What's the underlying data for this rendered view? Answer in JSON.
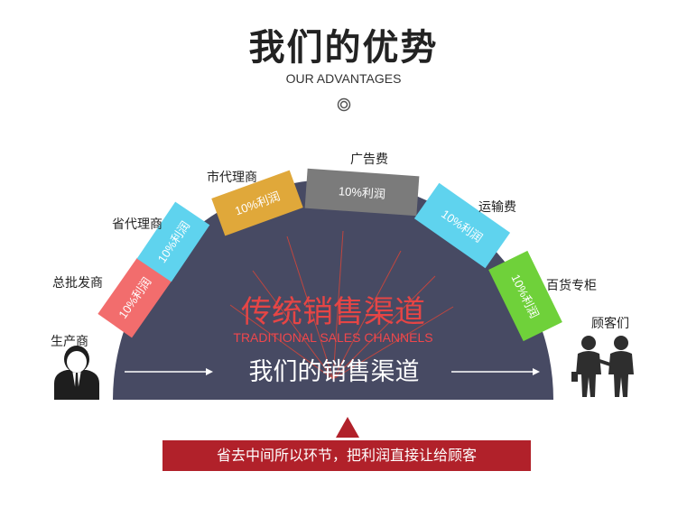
{
  "header": {
    "title": "我们的优势",
    "subtitle": "OUR ADVANTAGES"
  },
  "arch": {
    "traditional_title": "传统销售渠道",
    "traditional_subtitle": "TRADITIONAL SALES CHANNELS",
    "our_channel": "我们的销售渠道"
  },
  "chain": {
    "start_label": "生产商",
    "end_label": "顾客们",
    "stages": [
      {
        "label": "总批发商",
        "profit": "10%利润",
        "color": "#f26d6d"
      },
      {
        "label": "省代理商",
        "profit": "10%利润",
        "color": "#5fd3ee"
      },
      {
        "label": "市代理商",
        "profit": "10%利润",
        "color": "#e0a83a"
      },
      {
        "label": "广告费",
        "profit": "10%利润",
        "color": "#7b7b7b"
      },
      {
        "label": "运输费",
        "profit": "10%利润",
        "color": "#5fd3ee"
      },
      {
        "label": "百货专柜",
        "profit": "10%利润",
        "color": "#6fd13a"
      }
    ]
  },
  "banner": {
    "text": "省去中间所以环节，把利润直接让给顾客"
  },
  "colors": {
    "arch": "#474a63",
    "banner": "#b1212a",
    "accent_red": "#e64545"
  },
  "icons": [
    "circle-icon",
    "businessman-icon",
    "customers-icon",
    "up-triangle-icon"
  ]
}
